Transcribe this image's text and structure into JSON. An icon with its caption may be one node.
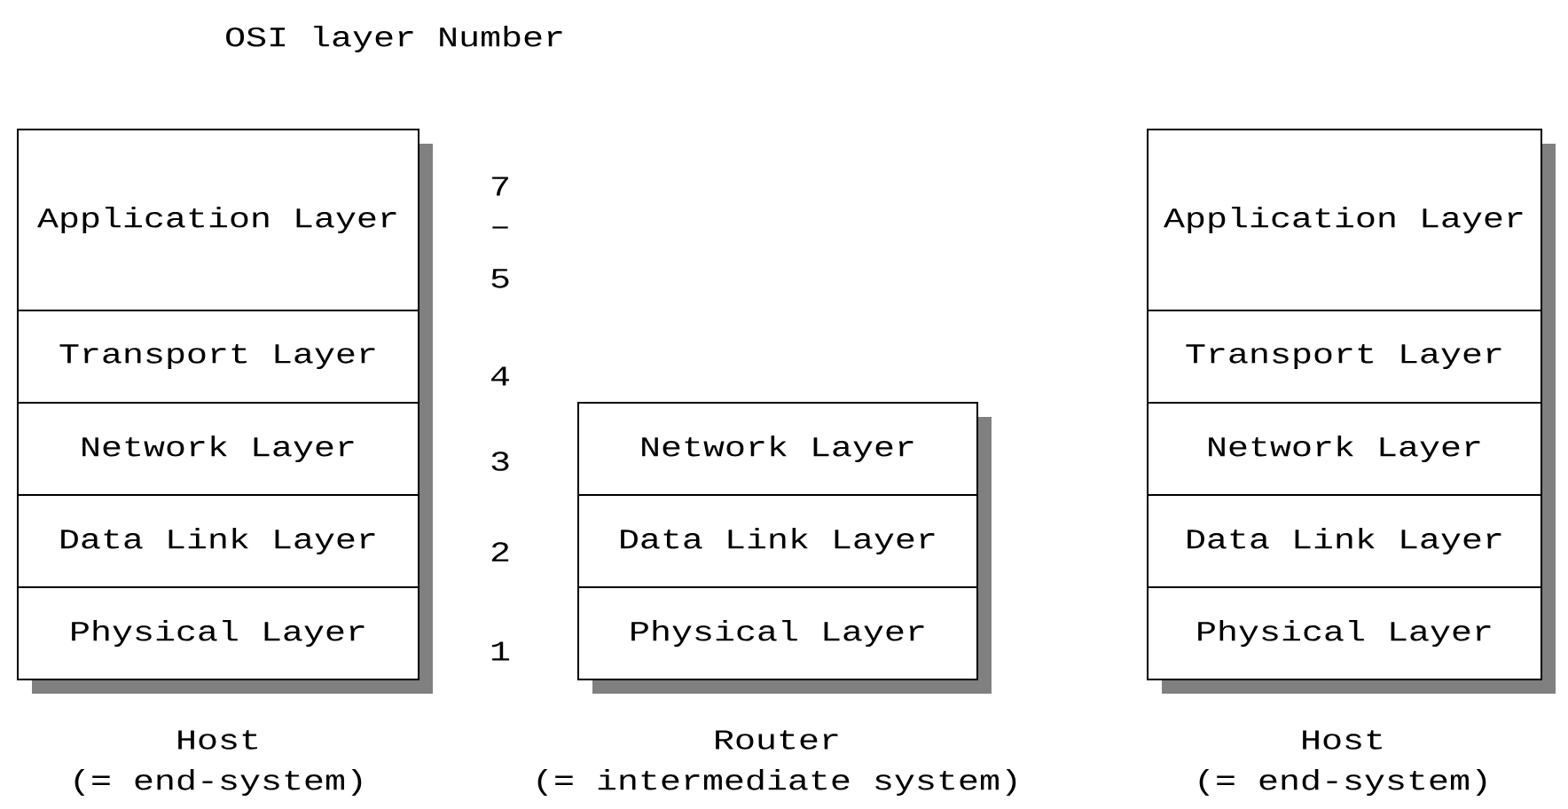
{
  "diagram": {
    "title": "OSI layer Number",
    "nodes": [
      {
        "text": [
          "Application Layer"
        ]
      },
      {
        "text": [
          "Transport Layer"
        ]
      },
      {
        "text": [
          "Network Layer"
        ]
      },
      {
        "text": [
          "Data Link Layer"
        ]
      },
      {
        "text": [
          "Physical Layer"
        ]
      },
      {
        "text": [
          "Network Layer"
        ]
      },
      {
        "text": [
          "Data Link Layer"
        ]
      },
      {
        "text": [
          "Physical Layer"
        ]
      },
      {
        "text": [
          "Application Layer"
        ]
      },
      {
        "text": [
          "Transport Layer"
        ]
      },
      {
        "text": [
          "Network Layer"
        ]
      },
      {
        "text": [
          "Data Link Layer"
        ]
      },
      {
        "text": [
          "Physical Layer"
        ]
      }
    ],
    "labels": [
      "7",
      "–",
      "5",
      "4",
      "3",
      "2",
      "1",
      "Host",
      "(= end-system)",
      "Router",
      "(= intermediate system)",
      "Host",
      "(= end-system)"
    ]
  }
}
